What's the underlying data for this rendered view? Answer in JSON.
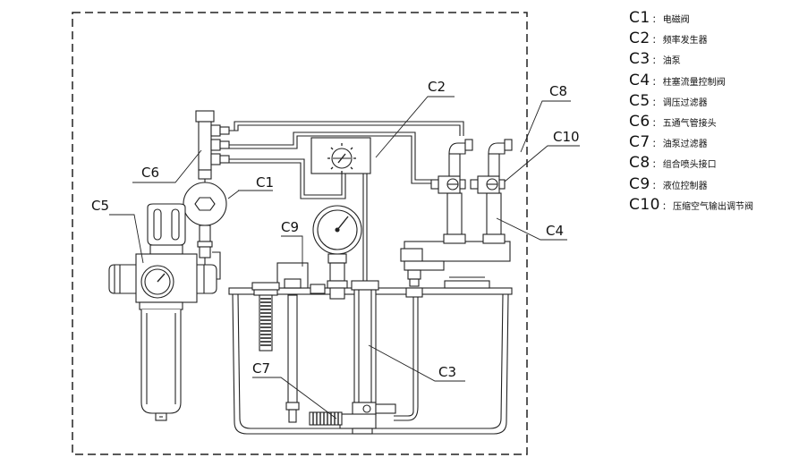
{
  "callouts": [
    "C1",
    "C2",
    "C3",
    "C4",
    "C5",
    "C6",
    "C7",
    "C8",
    "C9",
    "C10"
  ],
  "legend": [
    {
      "code": "C1",
      "sep": "：",
      "text": "电磁阀"
    },
    {
      "code": "C2",
      "sep": "：",
      "text": "频率发生器"
    },
    {
      "code": "C3",
      "sep": "：",
      "text": "油泵"
    },
    {
      "code": "C4",
      "sep": "：",
      "text": "柱塞流量控制阀"
    },
    {
      "code": "C5",
      "sep": "：",
      "text": "调压过滤器"
    },
    {
      "code": "C6",
      "sep": "：",
      "text": "五通气管接头"
    },
    {
      "code": "C7",
      "sep": "：",
      "text": "油泵过滤器"
    },
    {
      "code": "C8",
      "sep": "：",
      "text": "组合喷头接口"
    },
    {
      "code": "C9",
      "sep": "：",
      "text": "液位控制器"
    },
    {
      "code": "C10",
      "sep": "：",
      "text": "压缩空气输出调节阀"
    }
  ]
}
